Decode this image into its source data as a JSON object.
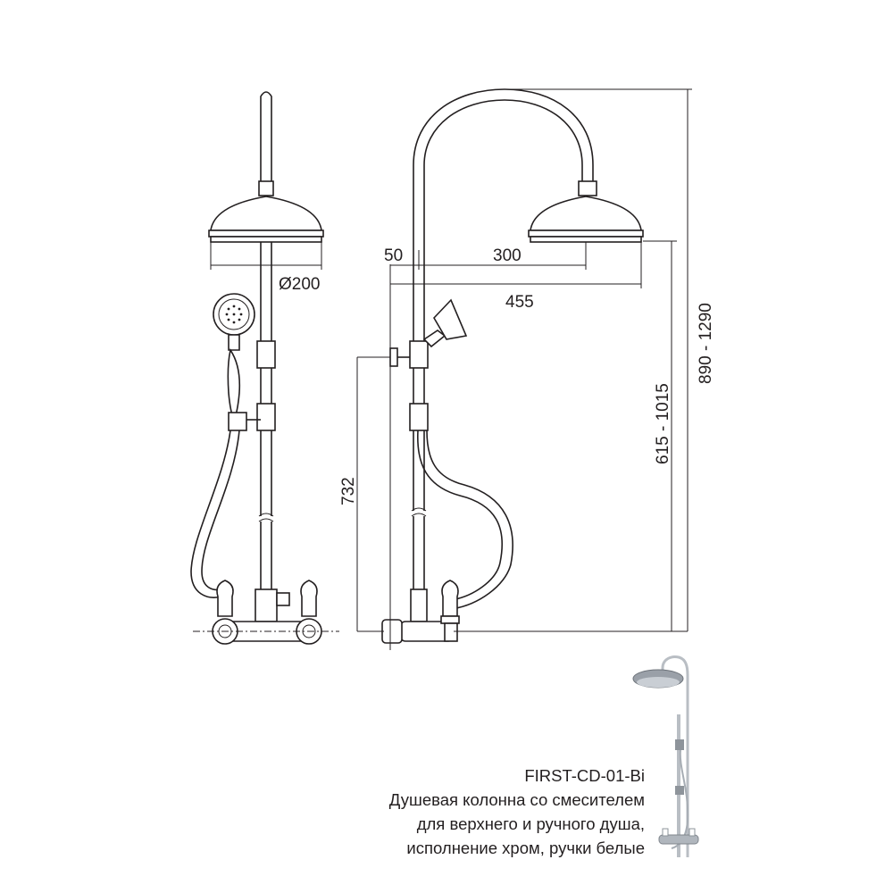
{
  "dimensions": {
    "head_diameter": "Ø200",
    "offset_wall": "50",
    "arm_reach": "300",
    "total_reach": "455",
    "hand_holder_height": "732",
    "mixer_to_head": "615 - 1015",
    "overall_height": "890 - 1290"
  },
  "caption": {
    "code": "FIRST-CD-01-Bi",
    "line1": "Душевая колонна со смесителем",
    "line2": "для верхнего и ручного душа,",
    "line3": "исполнение хром, ручки белые"
  },
  "colors": {
    "line": "#231f20",
    "chrome": "#b9bec4",
    "background": "#ffffff"
  }
}
